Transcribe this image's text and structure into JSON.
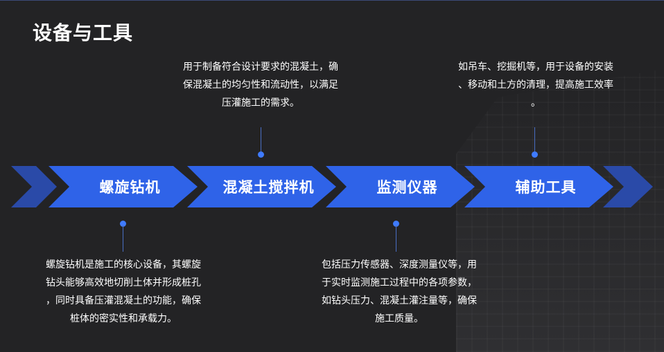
{
  "title": "设备与工具",
  "stages": [
    {
      "label": "螺旋钻机"
    },
    {
      "label": "混凝土搅拌机"
    },
    {
      "label": "监测仪器"
    },
    {
      "label": "辅助工具"
    }
  ],
  "descriptions": {
    "drill": [
      "螺旋钻机是施工的核心设备，其螺旋",
      "钻头能够高效地切削土体并形成桩孔",
      "，同时具备压灌混凝土的功能，确保",
      "桩体的密实性和承载力。"
    ],
    "mixer": [
      "用于制备符合设计要求的混凝土，确",
      "保混凝土的均匀性和流动性，以满足",
      "压灌施工的需求。"
    ],
    "monitor": [
      "包括压力传感器、深度测量仪等，用",
      "于实时监测施工过程中的各项参数，",
      "如钻头压力、混凝土灌注量等，确保",
      "施工质量。"
    ],
    "aux": [
      "如吊车、挖掘机等，用于设备的安装",
      "、移动和土方的清理，提高施工效率",
      "。"
    ]
  },
  "colors": {
    "background": "#232325",
    "chevron_blue": "#2f63e8",
    "chevron_dark": "#2a4aa8",
    "dot": "#3f7bff",
    "text": "#ffffff"
  }
}
